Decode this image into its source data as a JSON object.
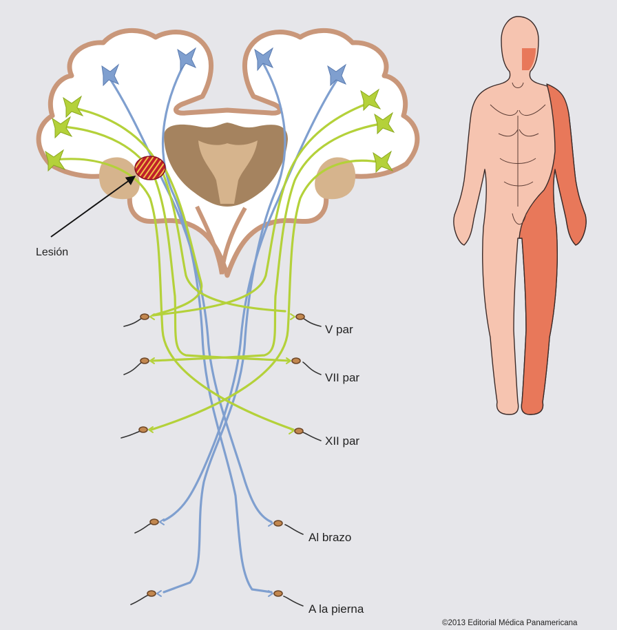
{
  "labels": {
    "lesion": "Lesión",
    "v_par": "V par",
    "vii_par": "VII par",
    "xii_par": "XII par",
    "al_brazo": "Al brazo",
    "a_la_pierna": "A la pierna",
    "copyright": "©2013 Editorial Médica Panamericana"
  },
  "colors": {
    "background": "#e6e6ea",
    "brain_outline": "#c9977a",
    "brain_fill": "#ffffff",
    "thalamus": "#a5835f",
    "basal_ganglia": "#d6b48d",
    "motor_neuron": "#b4d13a",
    "corticospinal_neuron": "#7f9fcf",
    "lesion": "#c0202a",
    "body_skin": "#f6c4b0",
    "hemiplegia_area": "#e8785a"
  },
  "icons": [
    "pyramidal-neuron-icon",
    "lower-motor-neuron-icon",
    "lesion-marker-icon",
    "arrow-icon"
  ]
}
